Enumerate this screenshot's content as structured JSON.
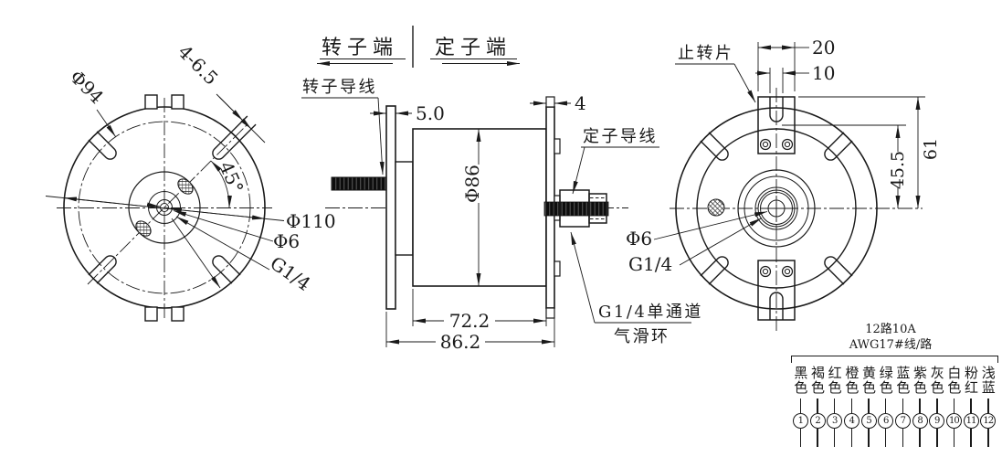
{
  "front_view": {
    "dim_slots": "4-6.5",
    "dim_bolt_circle": "Φ94",
    "dim_angle": "45°",
    "dim_outer_dia": "Φ110",
    "dim_center_hole": "Φ6",
    "dim_thread": "G1/4"
  },
  "side_view": {
    "rotor_end_label": "转子端",
    "stator_end_label": "定子端",
    "rotor_lead_label": "转子导线",
    "stator_lead_label": "定子导线",
    "dim_rotor_flange": "5.0",
    "dim_stator_flange": "4",
    "dim_body_dia": "Φ86",
    "dim_body_length": "72.2",
    "dim_overall_length": "86.2",
    "fitting_note_line1": "G1/4单通道",
    "fitting_note_line2": "气滑环"
  },
  "rear_view": {
    "tab_label": "止转片",
    "dim_tab_width": "20",
    "dim_tab_slot_width": "10",
    "dim_tab_height": "61",
    "dim_slot_depth": "45.5",
    "dim_center_hole": "Φ6",
    "dim_thread": "G1/4"
  },
  "wiring": {
    "spec_line1": "12路10A",
    "spec_line2": "AWG17#线/路",
    "wires": [
      {
        "color": "黑色",
        "num": "1"
      },
      {
        "color": "褐色",
        "num": "2"
      },
      {
        "color": "红色",
        "num": "3"
      },
      {
        "color": "橙色",
        "num": "4"
      },
      {
        "color": "黄色",
        "num": "5"
      },
      {
        "color": "绿色",
        "num": "6"
      },
      {
        "color": "蓝色",
        "num": "7"
      },
      {
        "color": "紫色",
        "num": "8"
      },
      {
        "color": "灰色",
        "num": "9"
      },
      {
        "color": "白色",
        "num": "10"
      },
      {
        "color": "粉红",
        "num": "11"
      },
      {
        "color": "浅蓝",
        "num": "12"
      }
    ]
  },
  "colors": {
    "ink": "#1a1a1a",
    "background": "#ffffff"
  }
}
